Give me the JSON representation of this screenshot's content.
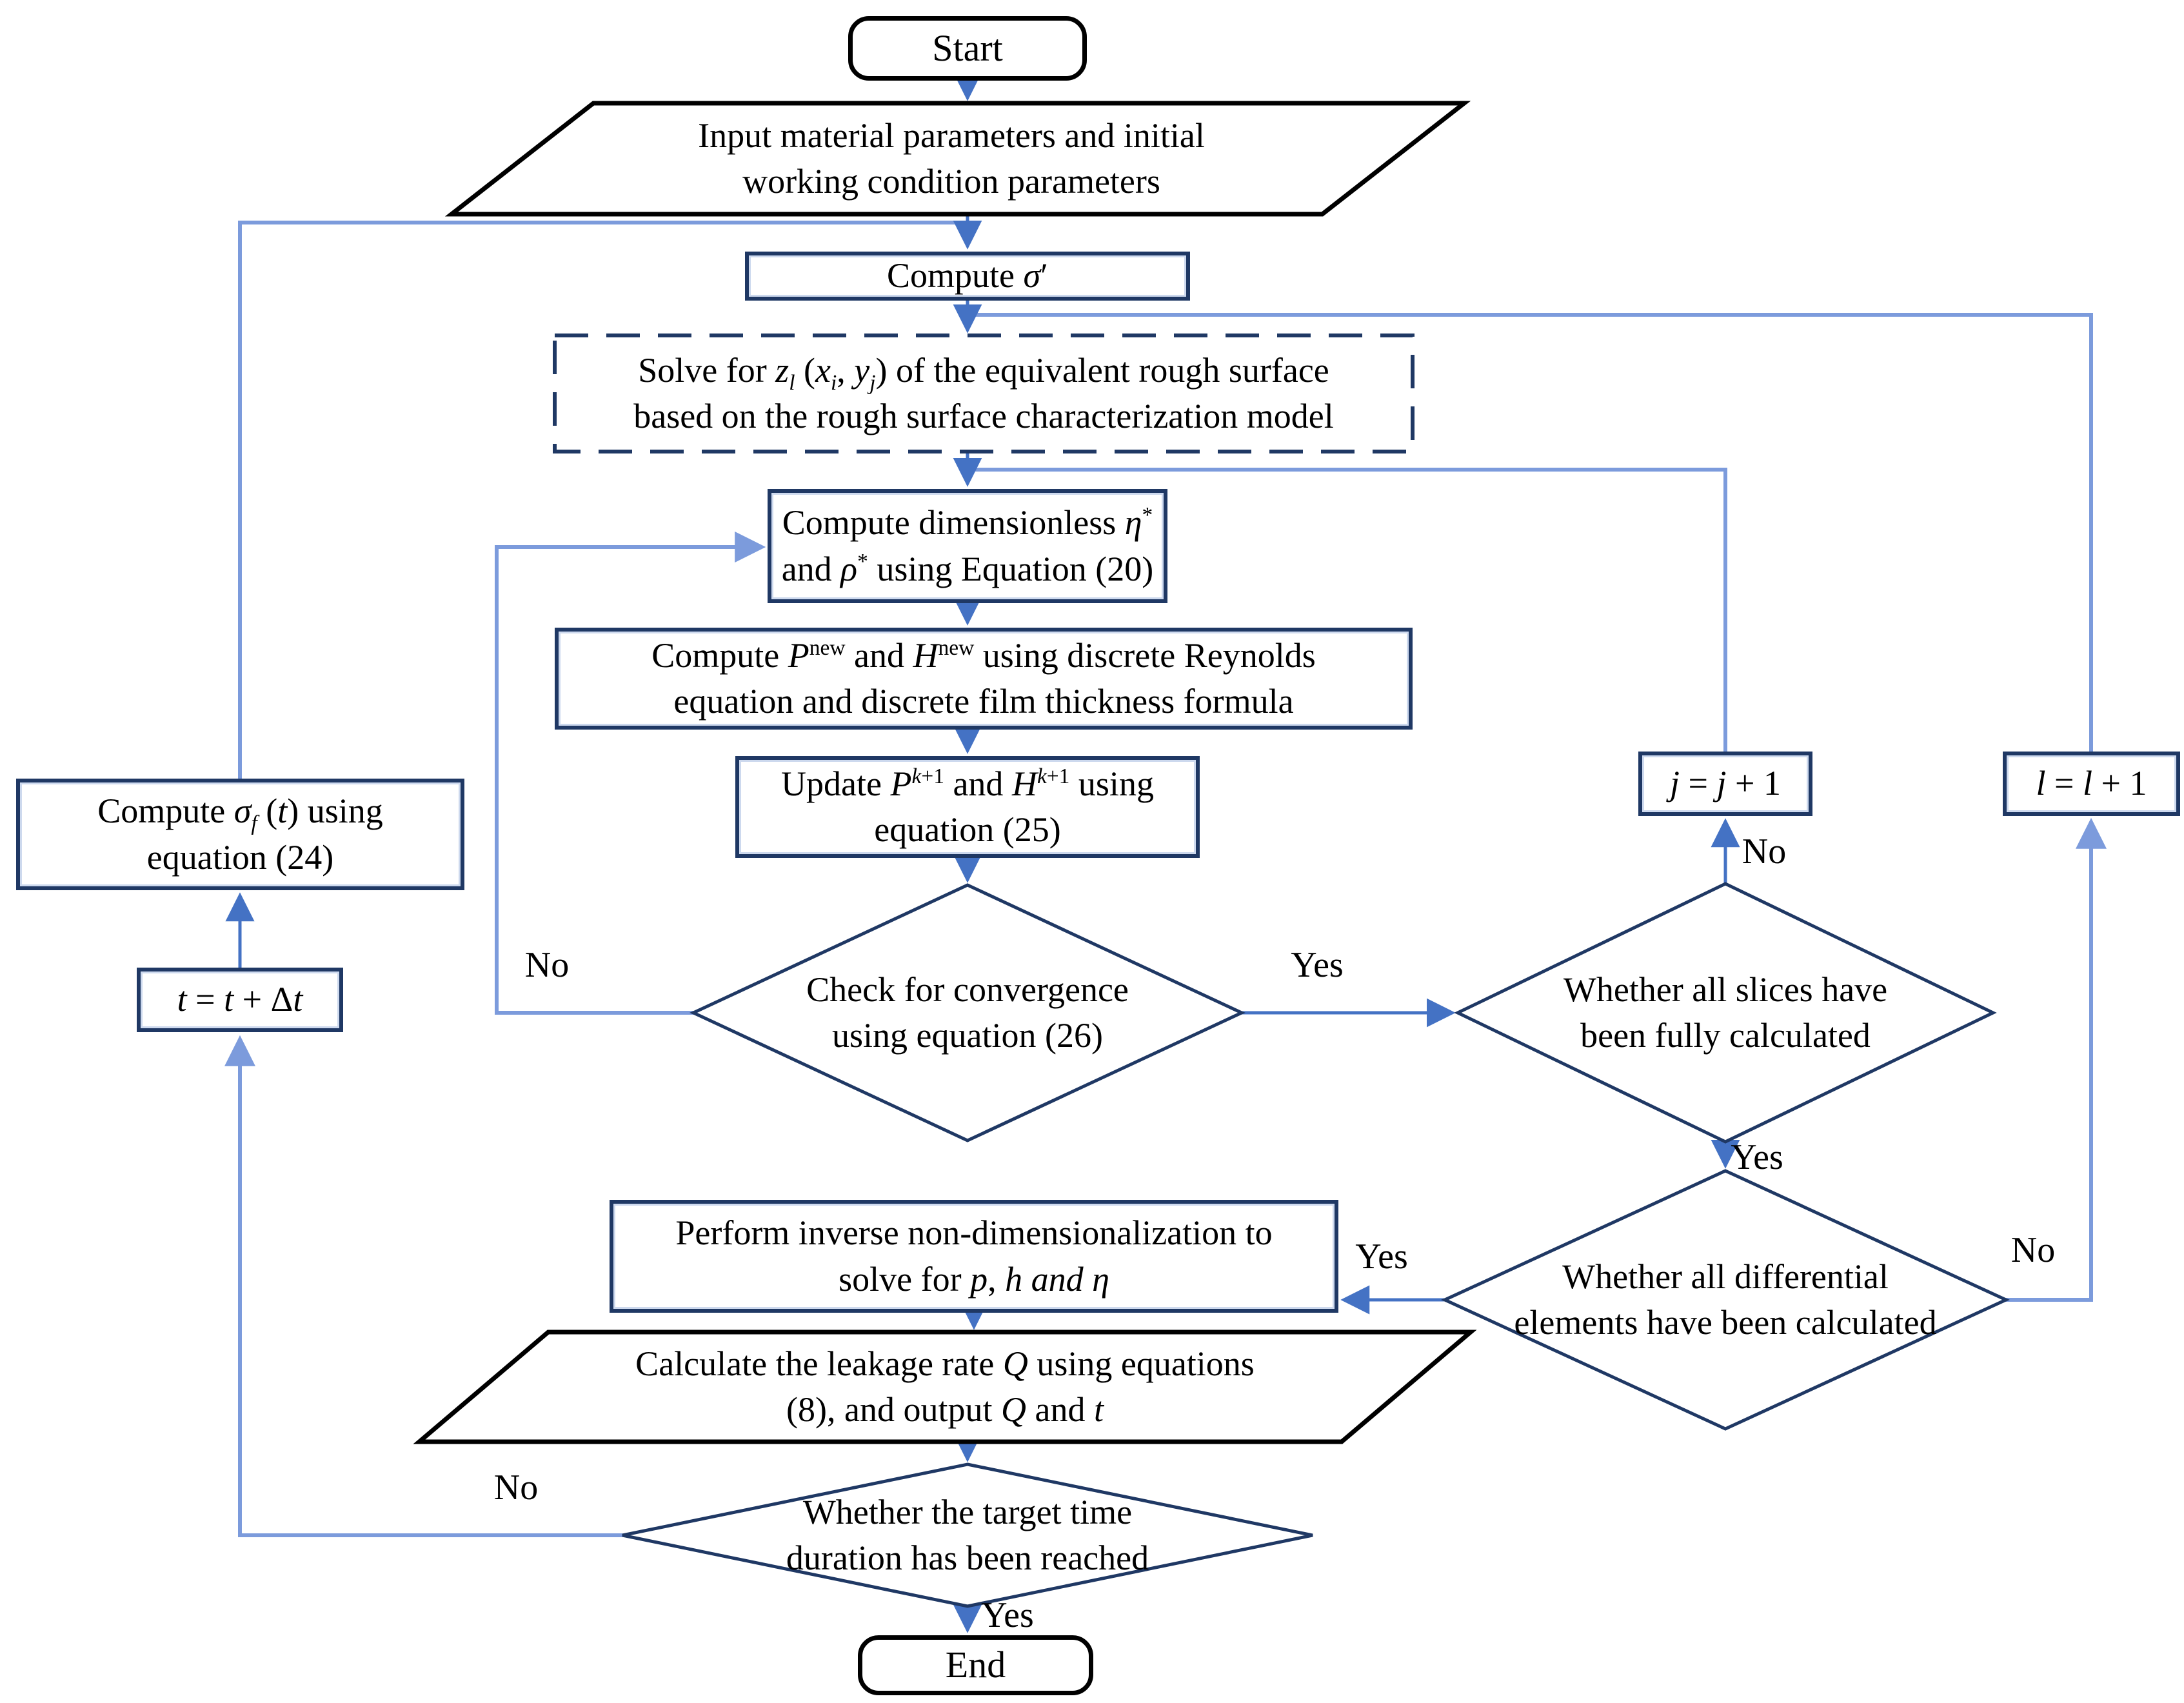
{
  "figure": {
    "type": "flowchart",
    "background": "#ffffff"
  },
  "colors": {
    "connector": "#4472C4",
    "loop_connector": "#7C9BDC",
    "shape_border": "#1F3864",
    "terminal_border": "#000000",
    "text": "#000000"
  },
  "nodes": {
    "start": {
      "label": "Start",
      "shape": "rounded-rect"
    },
    "input": {
      "html": "Input material parameters and initial<br>working condition parameters",
      "shape": "parallelogram"
    },
    "compute_sigma": {
      "html": "Compute <i>σ</i>&#8242;",
      "shape": "rect"
    },
    "solve_surface": {
      "html": "Solve for <i>z<sub>l</sub></i> (<i>x<sub>i</sub></i>, <i>y<sub>j</sub></i>) of the equivalent rough surface<br>based on the rough surface characterization model",
      "shape": "dashed-rect"
    },
    "compute_dimensionless": {
      "html": "Compute dimensionless <i>η</i><sup>*</sup><br>and <i>ρ</i><sup>*</sup> using Equation (20)",
      "shape": "rect"
    },
    "compute_ph": {
      "html": "Compute <i>P</i><sup>new</sup> and <i>H</i><sup>new</sup> using discrete Reynolds<br>equation and discrete film thickness formula",
      "shape": "rect"
    },
    "update_ph": {
      "html": "Update <i>P</i><sup><i>k</i>+1</sup> and <i>H</i><sup><i>k</i>+1</sup> using<br>equation (25)",
      "shape": "rect"
    },
    "check_convergence": {
      "html": "Check for convergence<br>using equation (26)",
      "shape": "diamond"
    },
    "slices_done": {
      "html": "Whether all slices have<br>been fully calculated",
      "shape": "diamond"
    },
    "j_increment": {
      "html": "<i>j</i> = <i>j</i> + 1",
      "shape": "rect"
    },
    "l_increment": {
      "html": "<i>l</i> = <i>l</i> + 1",
      "shape": "rect"
    },
    "elements_done": {
      "html": "Whether all differential<br>elements have been calculated",
      "shape": "diamond"
    },
    "inverse_nondim": {
      "html": "Perform inverse non-dimensionalization to<br>solve for <i>p</i>, <i>h and η</i>",
      "shape": "rect"
    },
    "leakage_output": {
      "html": "Calculate the leakage rate <i>Q</i> using equations<br>(8), and output <i>Q</i> and <i>t</i>",
      "shape": "parallelogram"
    },
    "target_time": {
      "html": "Whether the target time<br>duration has been reached",
      "shape": "diamond"
    },
    "end": {
      "label": "End",
      "shape": "rounded-rect"
    },
    "compute_sigma_f": {
      "html": "Compute <i>σ<sub>f</sub></i> (<i>t</i>) using<br>equation (24)",
      "shape": "rect"
    },
    "t_increment": {
      "html": "<i>t</i> = <i>t</i> + Δ<i>t</i>",
      "shape": "rect"
    }
  },
  "edge_labels": {
    "convergence_no": "No",
    "convergence_yes": "Yes",
    "slices_no": "No",
    "slices_yes": "Yes",
    "elements_yes": "Yes",
    "elements_no": "No",
    "target_no": "No",
    "target_yes": "Yes"
  }
}
